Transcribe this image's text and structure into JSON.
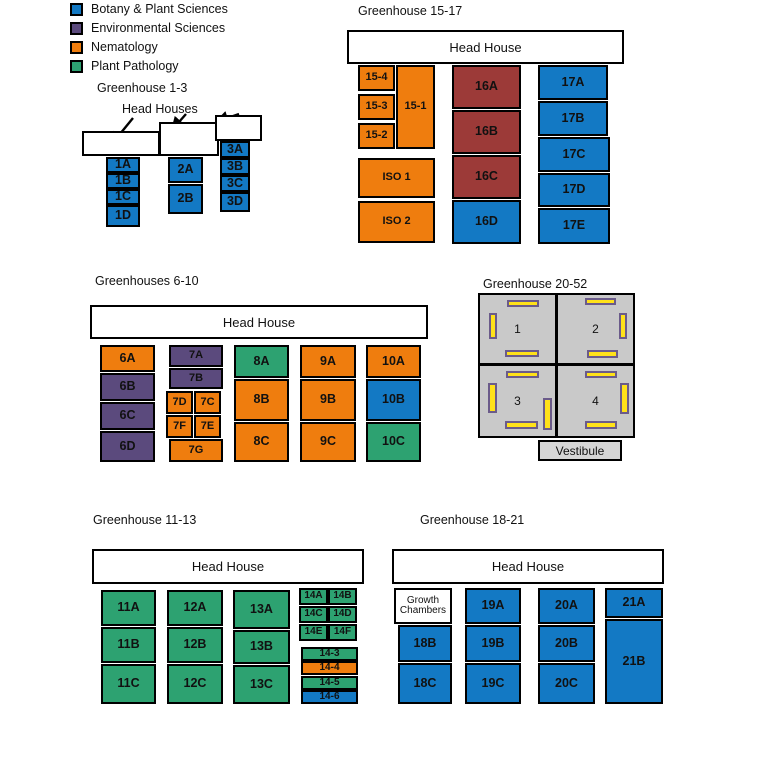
{
  "legend": {
    "items": [
      {
        "label": "Botany & Plant Sciences",
        "color": "#1379c4"
      },
      {
        "label": "Environmental Sciences",
        "color": "#5b4a7d"
      },
      {
        "label": "Nematology",
        "color": "#ef7d0e"
      },
      {
        "label": "Plant Pathology",
        "color": "#2da271"
      }
    ]
  },
  "palette": {
    "botany": "#1379c4",
    "environmental": "#5b4a7d",
    "nematology": "#ef7d0e",
    "plant_pathology": "#2da271",
    "unassigned_red": "#9c3a38",
    "head_house": "#ffffff",
    "room_gray": "#c9c9c9",
    "bench_yellow": "#ffe11a",
    "bench_border": "#6b5b8a",
    "outline": "#000000"
  },
  "sections": {
    "gh_1_3": {
      "title": "Greenhouse 1-3",
      "annotation": "Head Houses",
      "head_houses": [
        "",
        "",
        ""
      ],
      "columns": [
        {
          "cells": [
            {
              "label": "1A",
              "color": "#1379c4"
            },
            {
              "label": "1B",
              "color": "#1379c4"
            },
            {
              "label": "1C",
              "color": "#1379c4"
            },
            {
              "label": "1D",
              "color": "#1379c4"
            }
          ]
        },
        {
          "cells": [
            {
              "label": "2A",
              "color": "#1379c4"
            },
            {
              "label": "2B",
              "color": "#1379c4"
            }
          ]
        },
        {
          "cells": [
            {
              "label": "3A",
              "color": "#1379c4"
            },
            {
              "label": "3B",
              "color": "#1379c4"
            },
            {
              "label": "3C",
              "color": "#1379c4"
            },
            {
              "label": "3D",
              "color": "#1379c4"
            }
          ]
        }
      ]
    },
    "gh_15_17": {
      "title": "Greenhouse 15-17",
      "head_house": "Head House",
      "cells": [
        {
          "label": "15-4",
          "color": "#ef7d0e"
        },
        {
          "label": "15-3",
          "color": "#ef7d0e"
        },
        {
          "label": "15-2",
          "color": "#ef7d0e"
        },
        {
          "label": "15-1",
          "color": "#ef7d0e"
        },
        {
          "label": "ISO 1",
          "color": "#ef7d0e"
        },
        {
          "label": "ISO 2",
          "color": "#ef7d0e"
        },
        {
          "label": "16A",
          "color": "#9c3a38"
        },
        {
          "label": "16B",
          "color": "#9c3a38"
        },
        {
          "label": "16C",
          "color": "#9c3a38"
        },
        {
          "label": "16D",
          "color": "#1379c4"
        },
        {
          "label": "17A",
          "color": "#1379c4"
        },
        {
          "label": "17B",
          "color": "#1379c4"
        },
        {
          "label": "17C",
          "color": "#1379c4"
        },
        {
          "label": "17D",
          "color": "#1379c4"
        },
        {
          "label": "17E",
          "color": "#1379c4"
        }
      ]
    },
    "gh_6_10": {
      "title": "Greenhouses 6-10",
      "head_house": "Head House",
      "cells": [
        {
          "label": "6A",
          "color": "#ef7d0e"
        },
        {
          "label": "6B",
          "color": "#5b4a7d"
        },
        {
          "label": "6C",
          "color": "#5b4a7d"
        },
        {
          "label": "6D",
          "color": "#5b4a7d"
        },
        {
          "label": "7A",
          "color": "#5b4a7d"
        },
        {
          "label": "7B",
          "color": "#5b4a7d"
        },
        {
          "label": "7D",
          "color": "#ef7d0e"
        },
        {
          "label": "7C",
          "color": "#ef7d0e"
        },
        {
          "label": "7F",
          "color": "#ef7d0e"
        },
        {
          "label": "7E",
          "color": "#ef7d0e"
        },
        {
          "label": "7G",
          "color": "#ef7d0e"
        },
        {
          "label": "8A",
          "color": "#2da271"
        },
        {
          "label": "8B",
          "color": "#ef7d0e"
        },
        {
          "label": "8C",
          "color": "#ef7d0e"
        },
        {
          "label": "9A",
          "color": "#ef7d0e"
        },
        {
          "label": "9B",
          "color": "#ef7d0e"
        },
        {
          "label": "9C",
          "color": "#ef7d0e"
        },
        {
          "label": "10A",
          "color": "#ef7d0e"
        },
        {
          "label": "10B",
          "color": "#1379c4"
        },
        {
          "label": "10C",
          "color": "#2da271"
        }
      ]
    },
    "gh_20_52": {
      "title": "Greenhouse 20-52",
      "rooms": [
        {
          "label": "1"
        },
        {
          "label": "2"
        },
        {
          "label": "3"
        },
        {
          "label": "4"
        }
      ],
      "vestibule": "Vestibule"
    },
    "gh_11_13": {
      "title": "Greenhouse 11-13",
      "head_house": "Head House",
      "cells": [
        {
          "label": "11A",
          "color": "#2da271"
        },
        {
          "label": "11B",
          "color": "#2da271"
        },
        {
          "label": "11C",
          "color": "#2da271"
        },
        {
          "label": "12A",
          "color": "#2da271"
        },
        {
          "label": "12B",
          "color": "#2da271"
        },
        {
          "label": "12C",
          "color": "#2da271"
        },
        {
          "label": "13A",
          "color": "#2da271"
        },
        {
          "label": "13B",
          "color": "#2da271"
        },
        {
          "label": "13C",
          "color": "#2da271"
        },
        {
          "label": "14A",
          "color": "#2da271"
        },
        {
          "label": "14B",
          "color": "#2da271"
        },
        {
          "label": "14C",
          "color": "#2da271"
        },
        {
          "label": "14D",
          "color": "#2da271"
        },
        {
          "label": "14E",
          "color": "#2da271"
        },
        {
          "label": "14F",
          "color": "#2da271"
        },
        {
          "label": "14-3",
          "color": "#2da271"
        },
        {
          "label": "14-4",
          "color": "#ef7d0e"
        },
        {
          "label": "14-5",
          "color": "#2da271"
        },
        {
          "label": "14-6",
          "color": "#1379c4"
        }
      ]
    },
    "gh_18_21": {
      "title": "Greenhouse 18-21",
      "head_house": "Head House",
      "cells": [
        {
          "label": "Growth Chambers",
          "color": "#ffffff"
        },
        {
          "label": "18B",
          "color": "#1379c4"
        },
        {
          "label": "18C",
          "color": "#1379c4"
        },
        {
          "label": "19A",
          "color": "#1379c4"
        },
        {
          "label": "19B",
          "color": "#1379c4"
        },
        {
          "label": "19C",
          "color": "#1379c4"
        },
        {
          "label": "20A",
          "color": "#1379c4"
        },
        {
          "label": "20B",
          "color": "#1379c4"
        },
        {
          "label": "20C",
          "color": "#1379c4"
        },
        {
          "label": "21A",
          "color": "#1379c4"
        },
        {
          "label": "21B",
          "color": "#1379c4"
        }
      ]
    }
  }
}
